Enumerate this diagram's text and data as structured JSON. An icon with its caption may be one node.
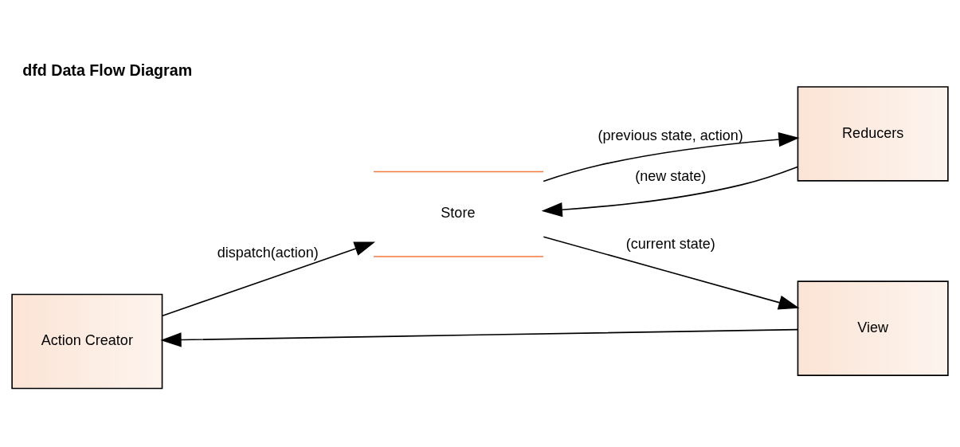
{
  "diagram": {
    "title": "dfd Data Flow Diagram",
    "nodes": [
      {
        "text": [
          "Action Creator"
        ]
      },
      {
        "text": [
          "Store"
        ]
      },
      {
        "text": [
          "Reducers"
        ]
      },
      {
        "text": [
          "View"
        ]
      }
    ],
    "edges": [
      {
        "from": 0,
        "to": 1,
        "arrow": "to",
        "label": "dispatch(action)"
      },
      {
        "from": 1,
        "to": 2,
        "arrow": "to",
        "label": "(previous state, action)"
      },
      {
        "from": 2,
        "to": 1,
        "arrow": "to",
        "label": "(new state)"
      },
      {
        "from": 1,
        "to": 3,
        "arrow": "to",
        "label": "(current state)"
      },
      {
        "from": 3,
        "to": 0,
        "arrow": "to"
      }
    ]
  }
}
